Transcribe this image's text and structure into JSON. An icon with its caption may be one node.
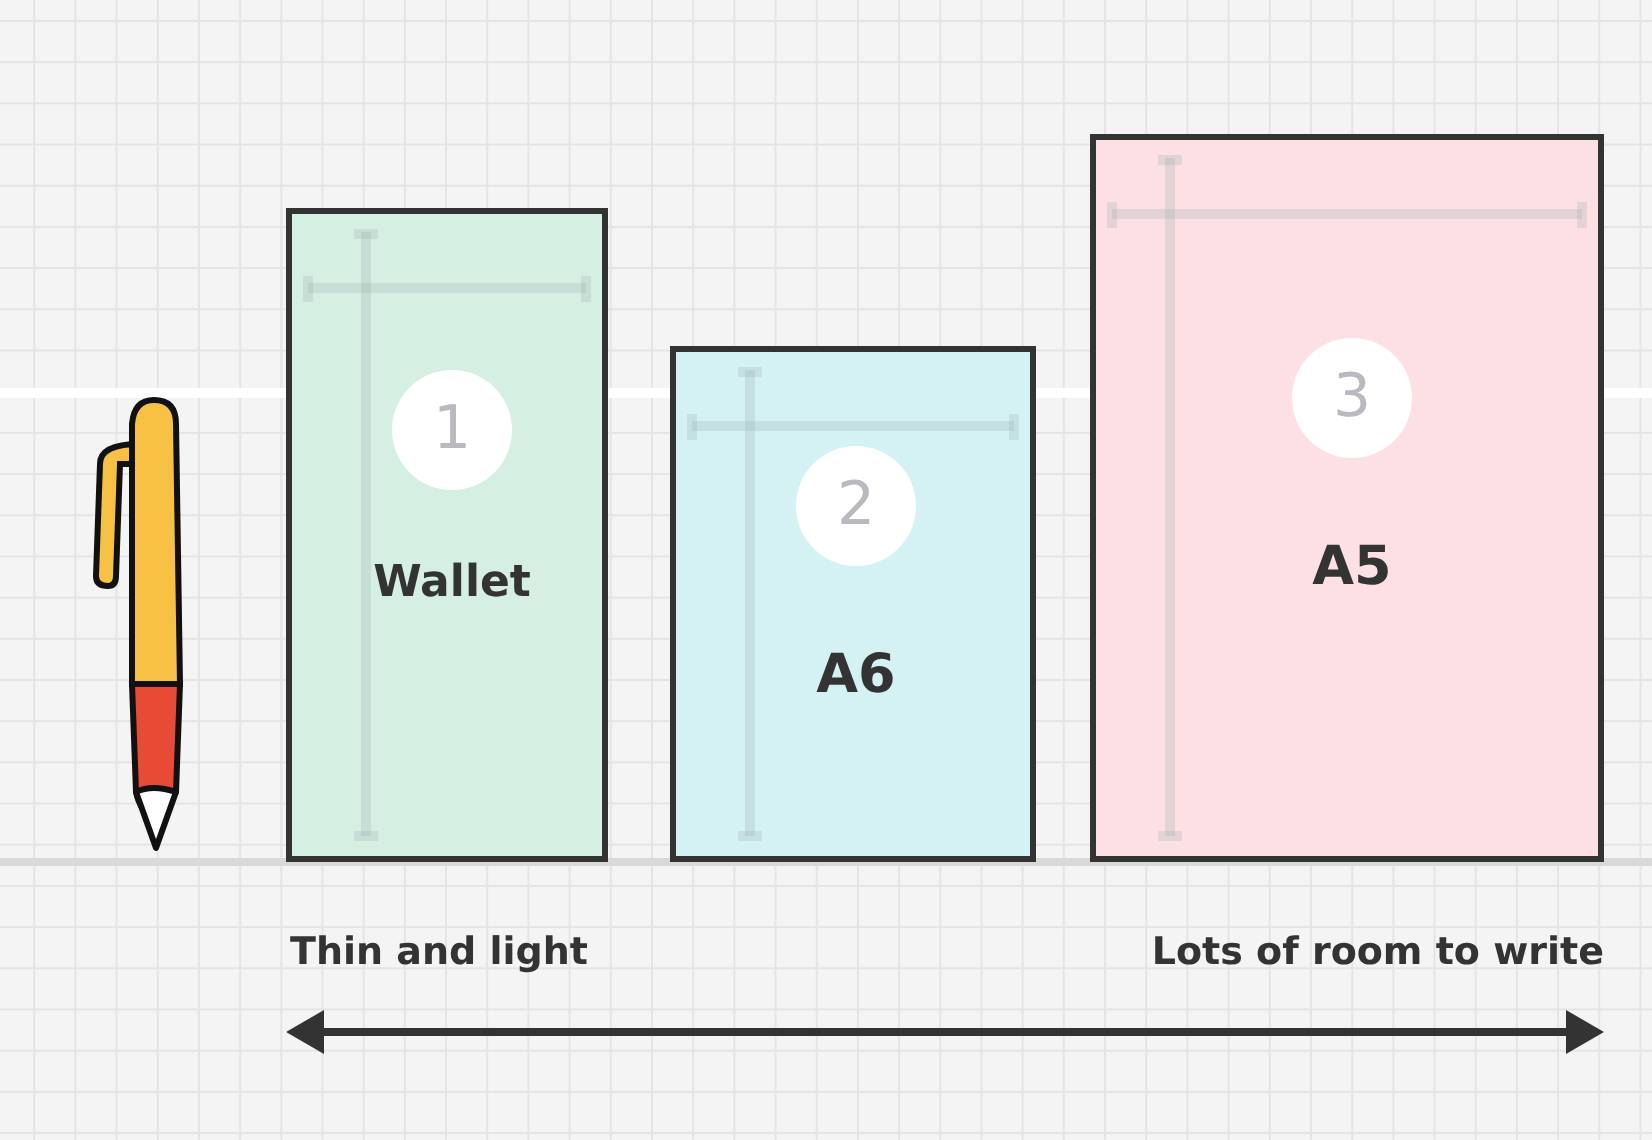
{
  "diagram": {
    "nodes": [
      {
        "text": [
          "1",
          "Wallet"
        ]
      },
      {
        "text": [
          "2",
          "A6"
        ]
      },
      {
        "text": [
          "3",
          "A5"
        ]
      }
    ],
    "labels": [
      "Thin and light",
      "Lots of room to write"
    ]
  }
}
